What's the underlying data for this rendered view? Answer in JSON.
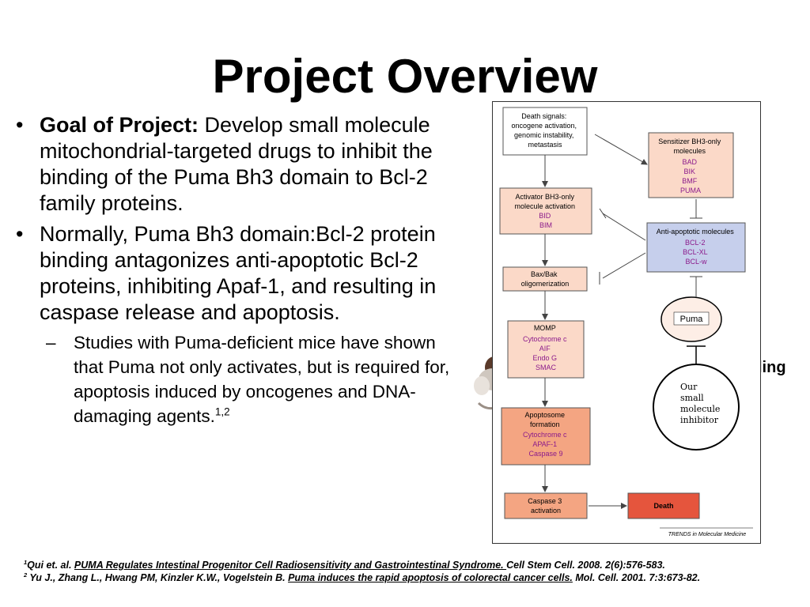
{
  "slide": {
    "title": "Project Overview",
    "bullets": [
      {
        "bold": "Goal of Project:",
        "text": " Develop small molecule mitochondrial-targeted drugs to inhibit the binding of the Puma Bh3 domain to Bcl-2 family proteins."
      },
      {
        "bold": "",
        "text": "Normally, Puma Bh3 domain:Bcl-2 protein binding antagonizes anti-apoptotic Bcl-2 proteins, inhibiting Apaf-1, and resulting in caspase release and apoptosis."
      }
    ],
    "sub_bullet": {
      "text": "Studies with Puma-deficient mice have shown that Puma not only activates, but is required for, apoptosis induced by oncogenes and DNA-damaging agents.",
      "sup": "1,2"
    },
    "partial_text": "ling"
  },
  "references": [
    {
      "num": "1",
      "authors": "Qui et. al. ",
      "title": "PUMA Regulates Intestinal Progenitor Cell Radiosensitivity and Gastrointestinal Syndrome. ",
      "rest": " Cell Stem Cell. 2008. 2(6):576-583."
    },
    {
      "num": "2",
      "authors": " Yu J., Zhang L., Hwang PM, Kinzler K.W., Vogelstein B.  ",
      "title": "Puma induces the rapid apoptosis of colorectal cancer cells.",
      "rest": "  Mol. Cell.  2001. 7:3:673-82."
    }
  ],
  "diagram": {
    "death_signals": [
      "Death signals:",
      "oncogene activation,",
      "genomic instability,",
      "metastasis"
    ],
    "sensitizer": {
      "title": [
        "Sensitizer BH3-only",
        "molecules"
      ],
      "items": [
        "BAD",
        "BIK",
        "BMF",
        "PUMA"
      ]
    },
    "activator": {
      "title": [
        "Activator BH3-only",
        "molecule activation"
      ],
      "items": [
        "BID",
        "BIM"
      ]
    },
    "anti_apoptotic": {
      "title": [
        "Anti-apoptotic molecules"
      ],
      "items": [
        "BCL-2",
        "BCL-XL",
        "BCL-w"
      ]
    },
    "bax_bak": [
      "Bax/Bak",
      "oligomerization"
    ],
    "momp": {
      "title": [
        "MOMP"
      ],
      "items": [
        "Cytochrome c",
        "AIF",
        "Endo G",
        "SMAC"
      ]
    },
    "apoptosome": {
      "title": [
        "Apoptosome",
        "formation"
      ],
      "items": [
        "Cytochrome c",
        "APAF-1",
        "Caspase 9"
      ]
    },
    "caspase3": [
      "Caspase 3",
      "activation"
    ],
    "death": "Death",
    "puma": "Puma",
    "inhibitor": [
      "Our",
      "small",
      "molecule",
      "inhibitor"
    ],
    "credit": "TRENDS in Molecular Medicine",
    "colors": {
      "peach": "#fbd9c8",
      "salmon": "#f4a582",
      "blue": "#c6cfec",
      "red": "#e5553d",
      "purple": "#8b1a8b"
    }
  }
}
